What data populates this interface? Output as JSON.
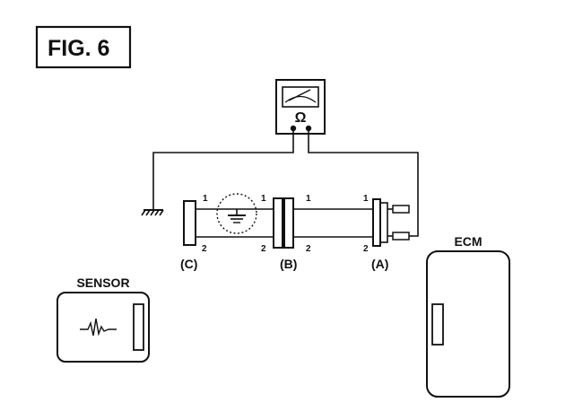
{
  "figure": {
    "title": "FIG. 6"
  },
  "meter": {
    "symbol": "Ω"
  },
  "connectors": [
    {
      "id": "C",
      "label": "(C)",
      "pin_top": "1",
      "pin_bottom": "2"
    },
    {
      "id": "B",
      "label": "(B)",
      "pin_top_left": "1",
      "pin_bottom_left": "2",
      "pin_top_right": "1",
      "pin_bottom_right": "2"
    },
    {
      "id": "A",
      "label": "(A)",
      "pin_top": "1",
      "pin_bottom": "2"
    }
  ],
  "components": {
    "sensor": {
      "label": "SENSOR"
    },
    "ecm": {
      "label": "ECM"
    }
  },
  "colors": {
    "ink": "#111111",
    "background": "#ffffff"
  }
}
